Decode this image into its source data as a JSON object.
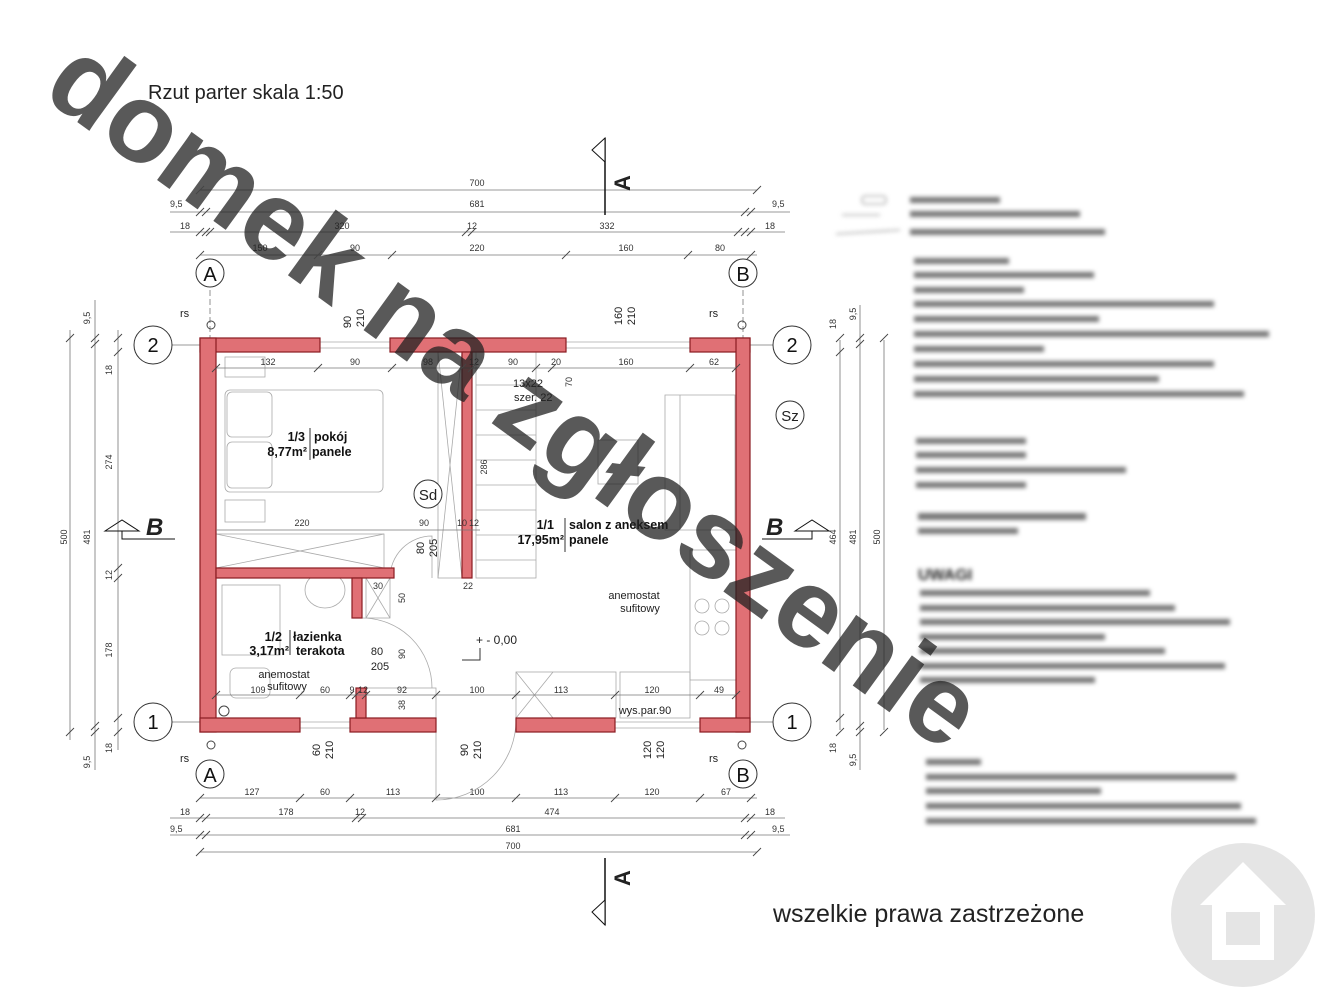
{
  "title": "Rzut parter skala 1:50",
  "section_marks": {
    "a": "A",
    "b": "B"
  },
  "axes": {
    "a": "A",
    "b": "B",
    "one": "1",
    "two": "2"
  },
  "dims": {
    "top": {
      "r1": "700",
      "r2": [
        "9,5",
        "681",
        "9,5"
      ],
      "r3": [
        "18",
        "320",
        "12",
        "332",
        "18"
      ],
      "r4": [
        "150",
        "90",
        "220",
        "160",
        "80"
      ]
    },
    "bottom": {
      "r1": [
        "127",
        "60",
        "113",
        "100",
        "113",
        "120",
        "67"
      ],
      "r2": [
        "18",
        "178",
        "12",
        "474",
        "18"
      ],
      "r3": [
        "9,5",
        "681",
        "9,5"
      ],
      "r4": "700"
    },
    "left": {
      "inner": [
        "9,5",
        "18",
        "274",
        "12",
        "178",
        "18",
        "9,5"
      ],
      "mid": "481",
      "outer": "500"
    },
    "right": {
      "top": [
        "18",
        "9,5"
      ],
      "inner": "464",
      "mid": "481",
      "outer": "500",
      "bottom": [
        "18",
        "9,5"
      ]
    },
    "interior": {
      "top_row": [
        "132",
        "90",
        "98",
        "12",
        "90",
        "20",
        "160",
        "62"
      ],
      "stair_70": "70",
      "stair_286": "286",
      "bed_220": "220",
      "door_90": "90",
      "wall_10": "10",
      "wall_12": "12",
      "wall_22": "22",
      "bath_30": "30",
      "bath_50": "50",
      "bath_90": "90",
      "bottom_row": [
        "109",
        "60",
        "9",
        "12",
        "92",
        "38",
        "100",
        "113",
        "120",
        "49"
      ]
    }
  },
  "openings": {
    "top_window_left": [
      "90",
      "210"
    ],
    "top_window_right": [
      "160",
      "210"
    ],
    "door_room": [
      "80",
      "205"
    ],
    "door_bath": [
      "80",
      "205"
    ],
    "bottom_window_bath": [
      "60",
      "210"
    ],
    "entrance_door": [
      "90",
      "210"
    ],
    "bottom_window_kitchen": [
      "120",
      "120"
    ]
  },
  "rooms": [
    {
      "number": "1/3",
      "name": "pokój",
      "area": "8,77m²",
      "floor": "panele"
    },
    {
      "number": "1/2",
      "name": "łazienka",
      "area": "3,17m²",
      "floor": "terakota"
    },
    {
      "number": "1/1",
      "name": "salon z aneksem",
      "area": "17,95m²",
      "floor": "panele"
    }
  ],
  "labels": {
    "stairs": "13x22",
    "stairs_width": "szer. 22",
    "wall_sd": "Sd",
    "wall_sz": "Sz",
    "rs": "rs",
    "anemostat_line1": "anemostat",
    "anemostat_line2": "sufitowy",
    "level": "+ - 0,00",
    "sill_height": "wys.par.90"
  },
  "legend": {
    "notes_heading": "UWAGI"
  },
  "watermark": "domek na zgłoszenie",
  "copyright": "wszelkie prawa zastrzeżone",
  "colors": {
    "wall_fill": "#e07075",
    "wall_stroke": "#8a1c22",
    "watermark": "#e3e3e3"
  }
}
